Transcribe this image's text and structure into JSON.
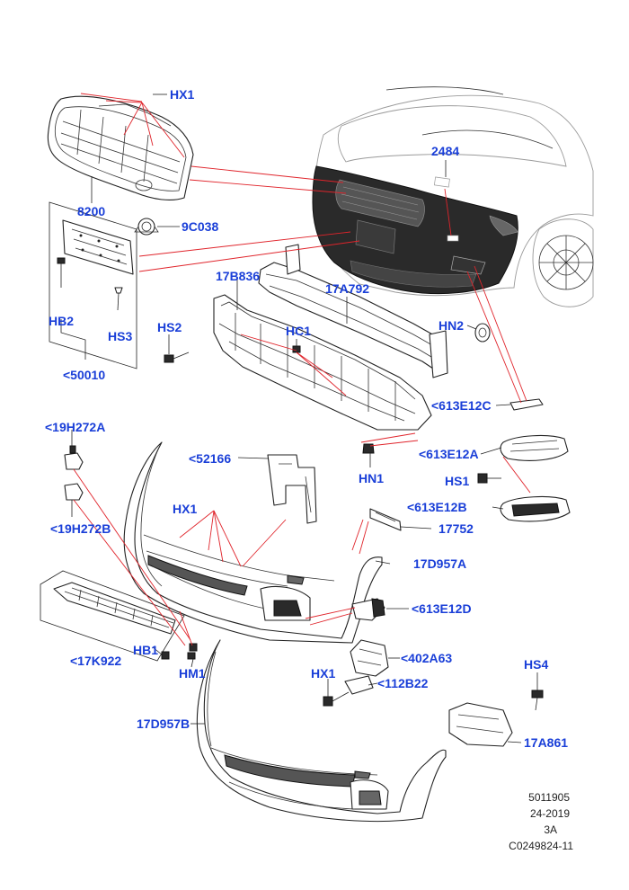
{
  "callouts": {
    "hx1_top": "HX1",
    "c8200": "8200",
    "c9c038": "9C038",
    "c2484": "2484",
    "c50010": "<50010",
    "hb2": "HB2",
    "hs3": "HS3",
    "c17b836": "17B836",
    "c17a792": "17A792",
    "hs2": "HS2",
    "hc1": "HC1",
    "hn2": "HN2",
    "c613e12c": "<613E12C",
    "c19h272a": "<19H272A",
    "c19h272b": "<19H272B",
    "c52166": "<52166",
    "c613e12a": "<613E12A",
    "hn1": "HN1",
    "hs1": "HS1",
    "c613e12b": "<613E12B",
    "hx1_mid": "HX1",
    "c17752": "17752",
    "c17d957a": "17D957A",
    "c613e12d": "<613E12D",
    "c17k922": "<17K922",
    "hb1": "HB1",
    "hm1": "HM1",
    "c402a63": "<402A63",
    "hx1_low": "HX1",
    "c112b22": "<112B22",
    "hs4": "HS4",
    "c17d957b": "17D957B",
    "c17a861": "17A861"
  },
  "meta": {
    "ref": "5011905",
    "date": "24-2019",
    "rev": "3A",
    "code": "C0249824-11"
  },
  "colors": {
    "callout": "#1a3fd8",
    "leader_red": "#e0242b",
    "line": "#222222"
  }
}
